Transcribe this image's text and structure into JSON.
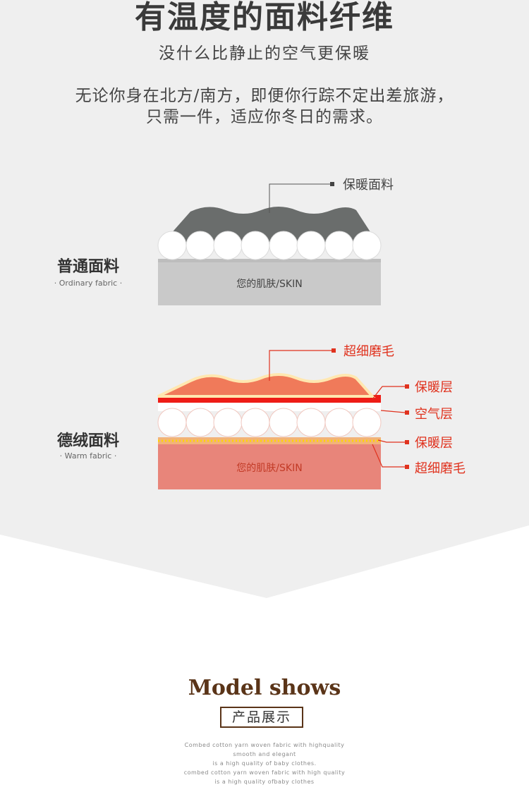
{
  "header": {
    "title": "有温度的面料纤维",
    "subtitle": "没什么比静止的空气更保暖"
  },
  "intro": {
    "line1": "无论你身在北方/南方，即便你行踪不定出差旅游，",
    "line2": "只需一件，适应你冬日的需求。"
  },
  "ordinary": {
    "title": "普通面料",
    "subtitle": "· Ordinary fabric ·",
    "skin_label": "您的肌肤/SKIN",
    "callout": "保暖面料"
  },
  "warm": {
    "title": "德绒面料",
    "subtitle": "· Warm fabric ·",
    "skin_label": "您的肌肤/SKIN",
    "callouts": [
      "超细磨毛",
      "保暖层",
      "空气层",
      "保暖层",
      "超细磨毛"
    ]
  },
  "model": {
    "title": "Model shows",
    "box_label": "产品展示",
    "description": [
      "Combed cotton yarn woven fabric with highquality",
      "smooth and elegant",
      "is a high quality of baby clothes.",
      "combed cotton yarn woven fabric with high quality",
      "is a high quality ofbaby clothes"
    ]
  },
  "colors": {
    "panel_gray": "#efefef",
    "ordinary_fabric": "#6a6d6c",
    "ordinary_skin": "#c9c9c9",
    "warm_fabric": "#f07a5a",
    "warm_red_band": "#ee1c16",
    "warm_skin": "#e8857a",
    "callout_red": "#e0321e",
    "brown": "#5a3418"
  },
  "icons": {
    "air-bubble": "white-circle",
    "callout-dot": "small-square"
  }
}
